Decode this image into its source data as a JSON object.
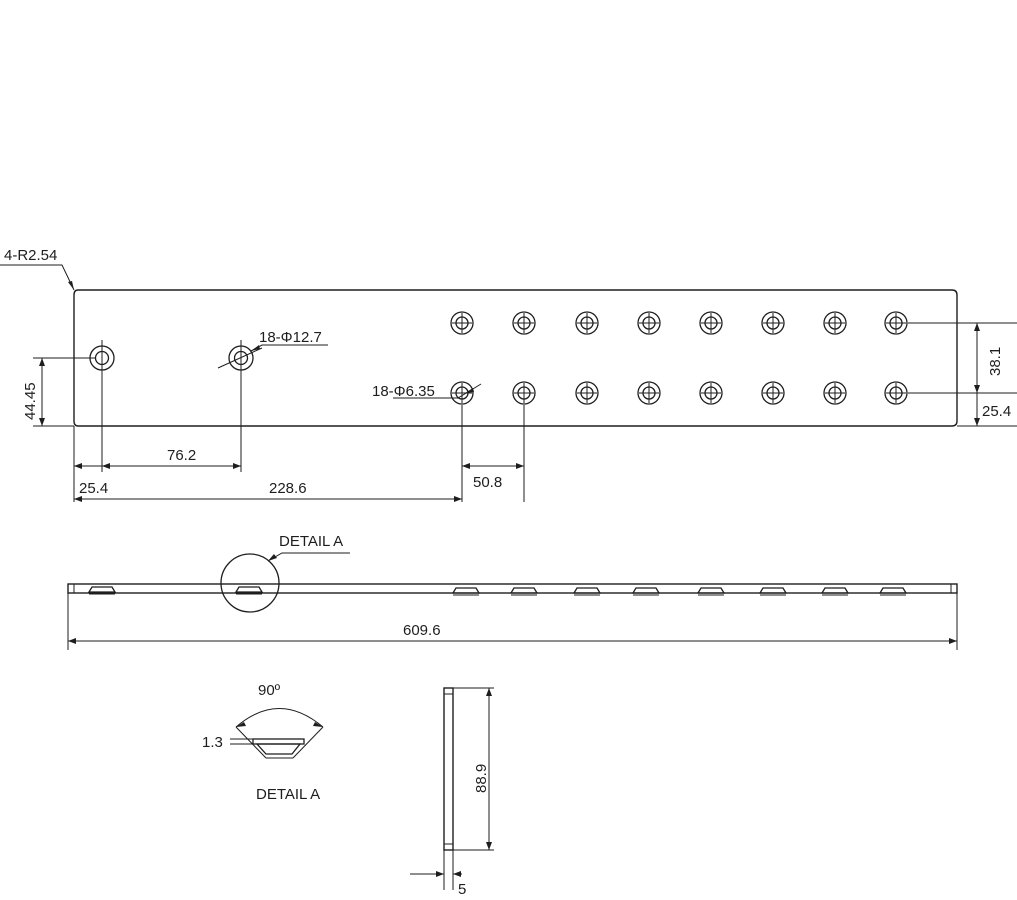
{
  "plan_view": {
    "corner_radius_label": "4-R2.54",
    "large_hole_label": "18-Φ12.7",
    "small_hole_label": "18-Φ6.35",
    "dim_height": "44.45",
    "dim_hole_spacing": "76.2",
    "dim_edge_offset": "25.4",
    "dim_first_group": "228.6",
    "dim_group_pitch": "50.8",
    "dim_row_spacing": "38.1",
    "dim_bottom_offset": "25.4"
  },
  "side_view": {
    "detail_callout": "DETAIL A",
    "dim_length": "609.6"
  },
  "detail_view": {
    "angle_label": "90º",
    "depth_label": "1.3",
    "title": "DETAIL A"
  },
  "end_view": {
    "dim_height": "88.9",
    "dim_thickness": "5"
  }
}
